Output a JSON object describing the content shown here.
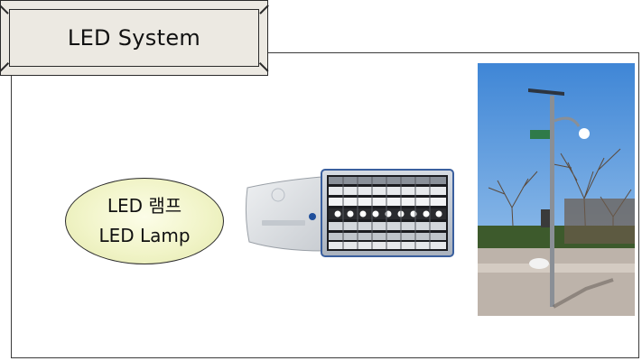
{
  "title": {
    "text": "LED System"
  },
  "label": {
    "line1": "LED 램프",
    "line2": "LED Lamp"
  },
  "colors": {
    "frame": "#2a2a2a",
    "title_fill": "#ece9e2",
    "ellipse_fill": "#f1f4c8"
  },
  "images": {
    "lamp": "led-lamp-image",
    "photo": "street-lamp-photo"
  }
}
